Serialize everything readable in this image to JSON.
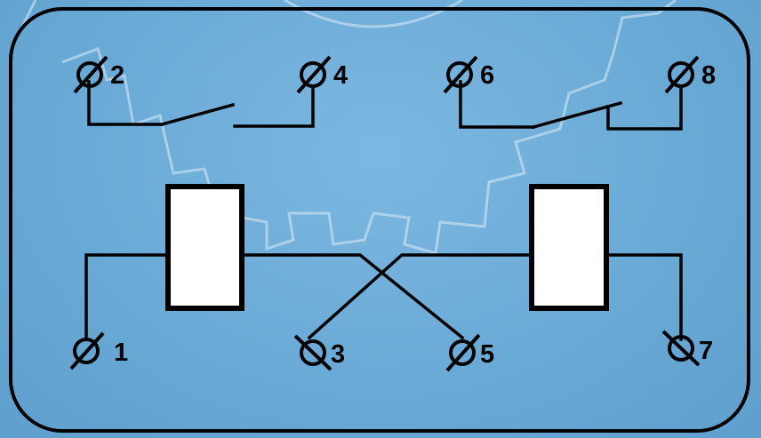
{
  "diagram": {
    "terminals": [
      {
        "id": "t1",
        "label": "1"
      },
      {
        "id": "t2",
        "label": "2"
      },
      {
        "id": "t3",
        "label": "3"
      },
      {
        "id": "t4",
        "label": "4"
      },
      {
        "id": "t5",
        "label": "5"
      },
      {
        "id": "t6",
        "label": "6"
      },
      {
        "id": "t7",
        "label": "7"
      },
      {
        "id": "t8",
        "label": "8"
      }
    ],
    "colors": {
      "background": "#6aaad6",
      "line": "#000000",
      "coil_fill": "#ffffff",
      "gear_watermark": "#cfe4f3"
    }
  }
}
